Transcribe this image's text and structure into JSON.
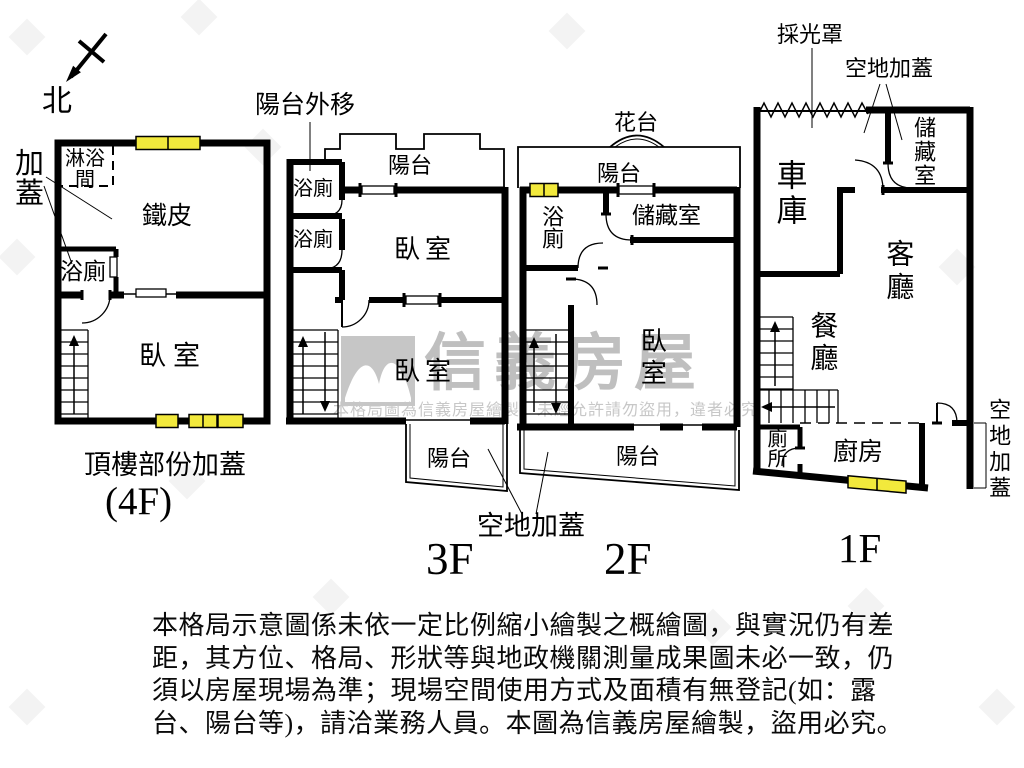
{
  "compass": {
    "north_label": "北"
  },
  "floor4": {
    "added_cover_label": "加蓋",
    "shower_room": "淋浴間",
    "tin_roof": "鐵皮",
    "bathroom": "浴廁",
    "bedroom": "臥室",
    "caption": "頂樓部份加蓋",
    "floor_label": "(4F)"
  },
  "floor3": {
    "balcony_moved_label": "陽台外移",
    "top_balcony": "陽台",
    "bathroom_upper": "浴廁",
    "bathroom_lower": "浴廁",
    "bedroom_front": "臥室",
    "bedroom_rear": "臥室",
    "bottom_balcony": "陽台",
    "floor_label": "3F"
  },
  "shared": {
    "open_land_cover_label": "空地加蓋"
  },
  "floor2": {
    "flower_bed_label": "花台",
    "top_balcony": "陽台",
    "bathroom": "浴廁",
    "storage": "儲藏室",
    "bedroom": "臥室",
    "bottom_balcony": "陽台",
    "floor_label": "2F"
  },
  "floor1": {
    "skylight_label": "採光罩",
    "open_land_cover_top_label": "空地加蓋",
    "storage": "儲藏室",
    "garage": "車庫",
    "living_room": "客廳",
    "dining_room": "餐廳",
    "toilet": "廁所",
    "kitchen": "廚房",
    "open_land_cover_right_label": "空地加蓋",
    "floor_label": "1F"
  },
  "watermark": {
    "brand": "信義房屋",
    "notice": "本格局圖為信義房屋繪製，未經允許請勿盜用，違者必究"
  },
  "disclaimer": {
    "line1": "本格局示意圖係未依一定比例縮小繪製之概繪圖，與實況仍有差",
    "line2": "距，其方位、格局、形狀等與地政機關測量成果圖未必一致，仍",
    "line3": "須以房屋現場為準；現場空間使用方式及面積有無登記(如：露",
    "line4": "台、陽台等)，請洽業務人員。本圖為信義房屋繪製，盜用必究。"
  },
  "colors": {
    "wall": "#000000",
    "window_fill": "#f2e93c",
    "watermark_gray": "#c6c6c6"
  }
}
